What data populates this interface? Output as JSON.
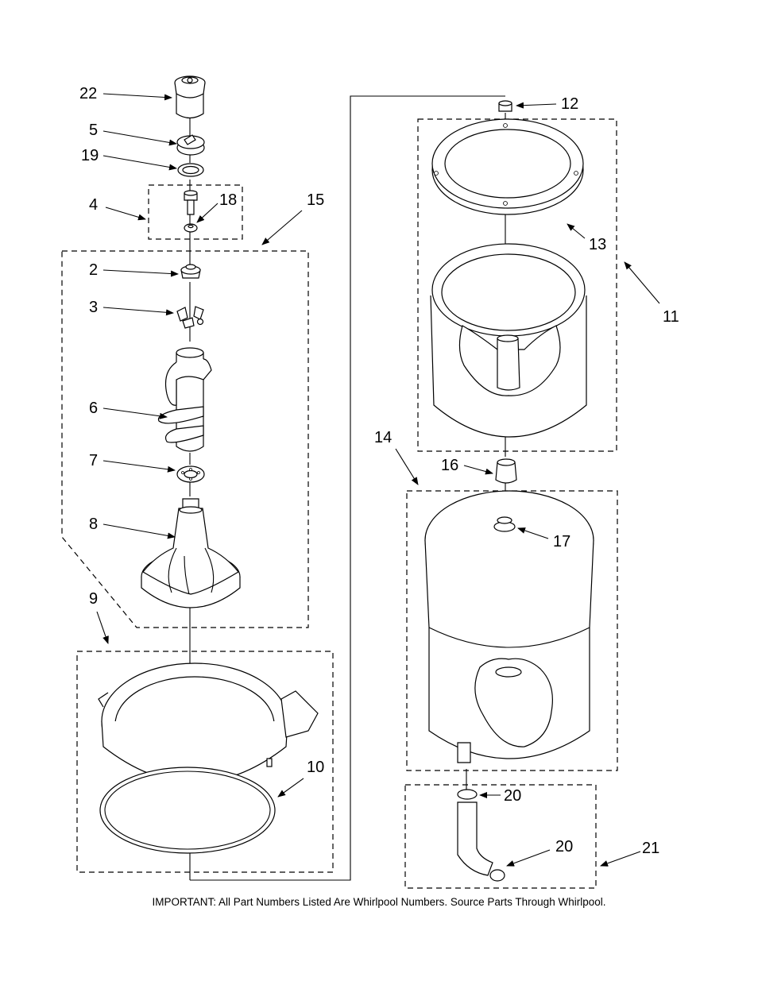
{
  "callouts": {
    "c22": "22",
    "c5": "5",
    "c19": "19",
    "c4": "4",
    "c18": "18",
    "c15": "15",
    "c2": "2",
    "c3": "3",
    "c6": "6",
    "c7": "7",
    "c8": "8",
    "c9": "9",
    "c10": "10",
    "c12": "12",
    "c13": "13",
    "c11": "11",
    "c14": "14",
    "c16": "16",
    "c17": "17",
    "c20a": "20",
    "c20b": "20",
    "c21": "21"
  },
  "footer_note": "IMPORTANT: All Part Numbers Listed Are Whirlpool Numbers. Source Parts Through Whirlpool."
}
